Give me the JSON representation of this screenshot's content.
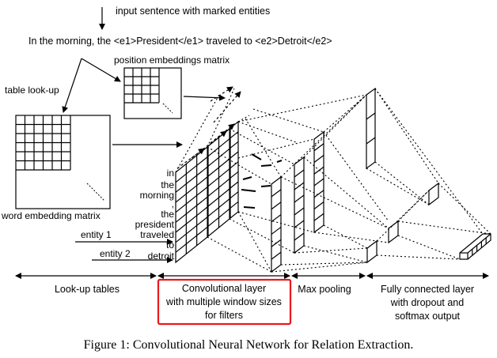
{
  "top": {
    "input_label": "input sentence with marked entities",
    "sentence": "In the morning, the <e1>President</e1> traveled to <e2>Detroit</e2>"
  },
  "labels": {
    "position_matrix": "position embeddings matrix",
    "table_lookup": "table look-up",
    "word_matrix": "word embedding matrix",
    "entity1": "entity 1",
    "entity2": "entity 2"
  },
  "tokens": [
    "in",
    "the",
    "morning",
    ",",
    "the",
    "president",
    "traveled",
    "to",
    "detroit"
  ],
  "sections": {
    "lookup": "Look-up tables",
    "conv": [
      "Convolutional layer",
      "with multiple window sizes",
      "for filters"
    ],
    "pool": "Max pooling",
    "fc": [
      "Fully connected layer",
      "with dropout and",
      "softmax output"
    ]
  },
  "colors": {
    "highlight": "#e8191c",
    "line": "#000000"
  },
  "caption": "Figure 1: Convolutional Neural Network for Relation Extraction."
}
